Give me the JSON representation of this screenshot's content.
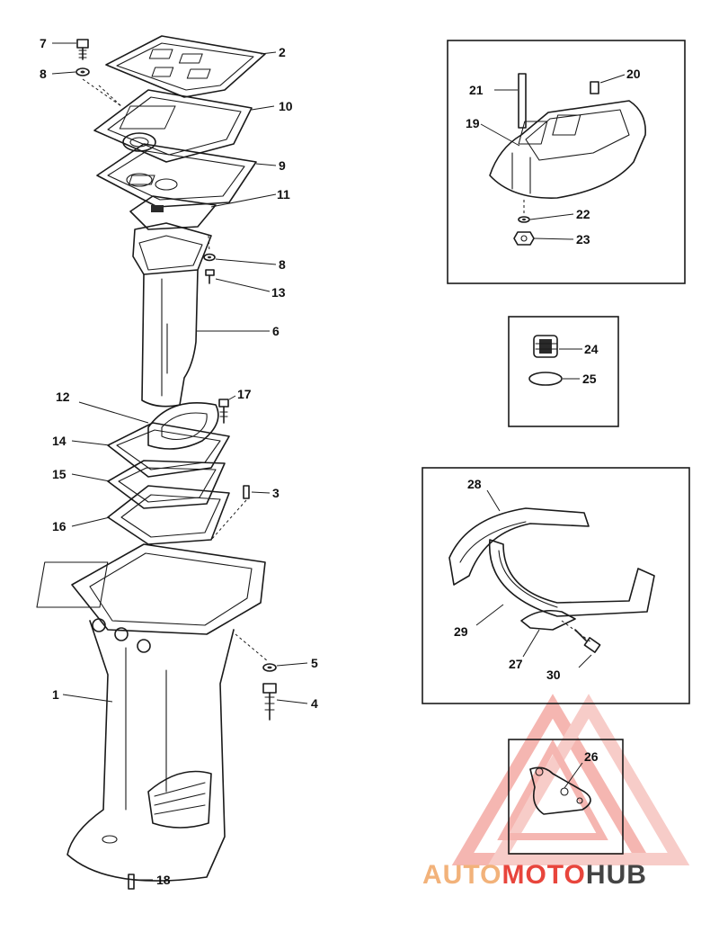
{
  "callouts": {
    "c1": "1",
    "c2": "2",
    "c3": "3",
    "c4": "4",
    "c5": "5",
    "c6": "6",
    "c7": "7",
    "c8a": "8",
    "c8b": "8",
    "c9": "9",
    "c10": "10",
    "c11": "11",
    "c12": "12",
    "c13": "13",
    "c14": "14",
    "c15": "15",
    "c16": "16",
    "c17": "17",
    "c18": "18",
    "c19": "19",
    "c20": "20",
    "c21": "21",
    "c22": "22",
    "c23": "23",
    "c24": "24",
    "c25": "25",
    "c26": "26",
    "c27": "27",
    "c28": "28",
    "c29": "29",
    "c30": "30"
  },
  "watermark": {
    "part1": "AUTO",
    "part2": "MOTO",
    "part3": "HUB",
    "color_main": "#f2b27a",
    "color_accent": "#e8453c",
    "color_dark": "#444444"
  }
}
